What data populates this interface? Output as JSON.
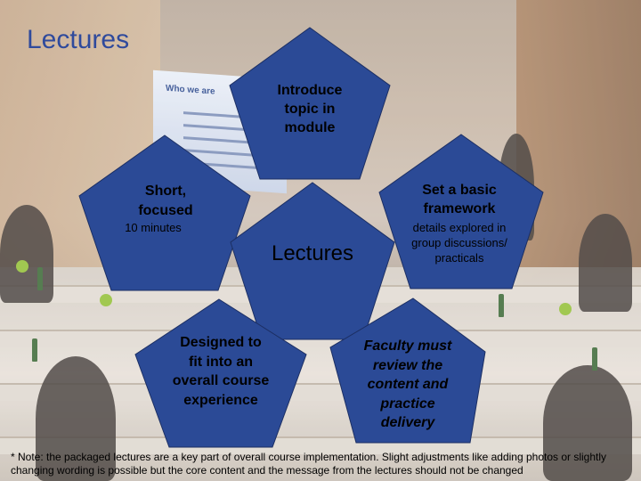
{
  "title": "Lectures",
  "colors": {
    "pentagon_fill": "#2b4a96",
    "pentagon_stroke": "#1c2f63",
    "title_color": "#2f4a9c",
    "text_color": "#000000"
  },
  "background": {
    "screen_title": "Who we are"
  },
  "center": {
    "label": "Lectures"
  },
  "top": {
    "line1": "Introduce",
    "line2": "topic in",
    "line3": "module"
  },
  "left": {
    "line1": "Short,",
    "line2": "focused",
    "sub": "10 minutes"
  },
  "right": {
    "line1": "Set a basic",
    "line2": "framework",
    "sub1": "details explored in",
    "sub2": "group discussions/",
    "sub3": "practicals"
  },
  "bottom_left": {
    "line1": "Designed to",
    "line2": "fit into an",
    "line3": "overall course",
    "line4": "experience"
  },
  "bottom_right": {
    "line1": "Faculty must",
    "line2": "review the",
    "line3": "content and",
    "line4": "practice",
    "line5": "delivery"
  },
  "note": {
    "line1": "* Note: the packaged lectures are a key part of overall course implementation. Slight adjustments like adding photos or slightly",
    "line2": "changing wording is possible but the core content and the message from the lectures should not be changed"
  }
}
